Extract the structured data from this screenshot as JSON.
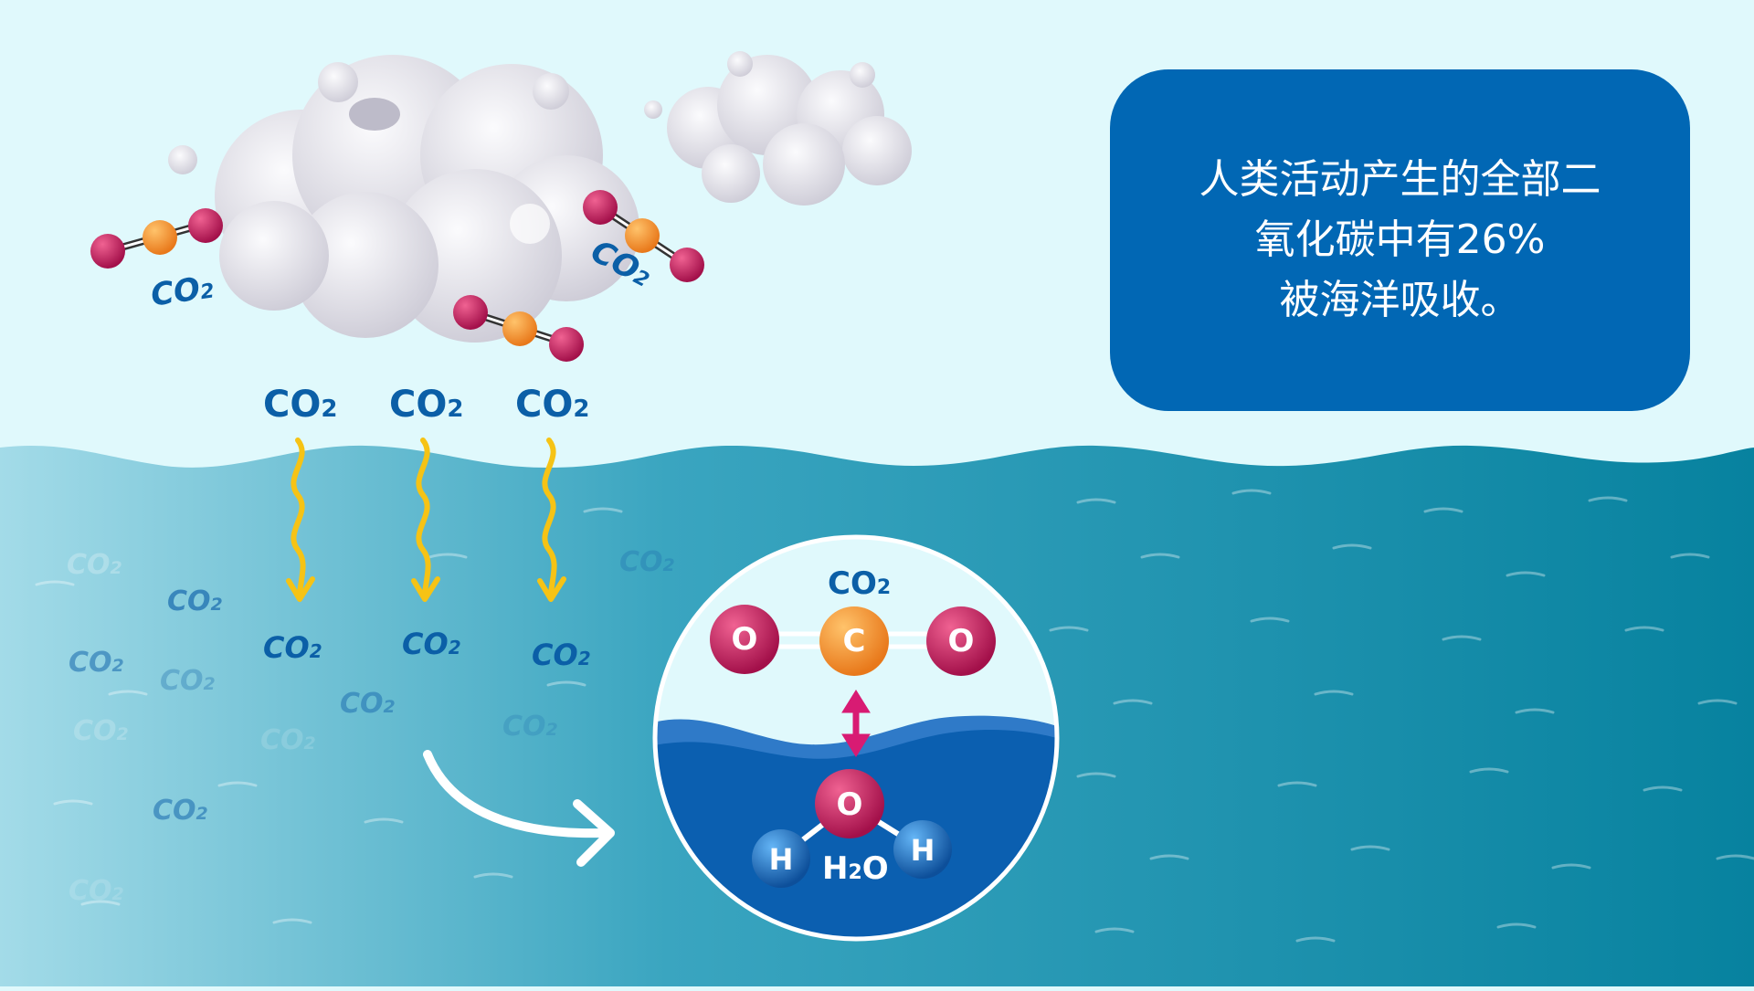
{
  "info_box": {
    "lines": [
      "人类活动产生的全部二",
      "氧化碳中有26%",
      "被海洋吸收。"
    ]
  },
  "labels": {
    "co2": "CO",
    "sub2": "2",
    "h2o_h": "H",
    "h2o_o": "O",
    "atom_o": "O",
    "atom_c": "C",
    "atom_h": "H"
  },
  "colors": {
    "sky": "#e0f9fc",
    "ocean": "#0a87a6",
    "ocean_light": "#a3dbe8",
    "box": "#0167b4",
    "co2_text": "#0b5fa7",
    "oxygen": "#c2185b",
    "carbon": "#f59a23",
    "hydrogen": "#1976c2",
    "arrow_yellow": "#f6c315",
    "arrow_pink": "#d81b73"
  }
}
